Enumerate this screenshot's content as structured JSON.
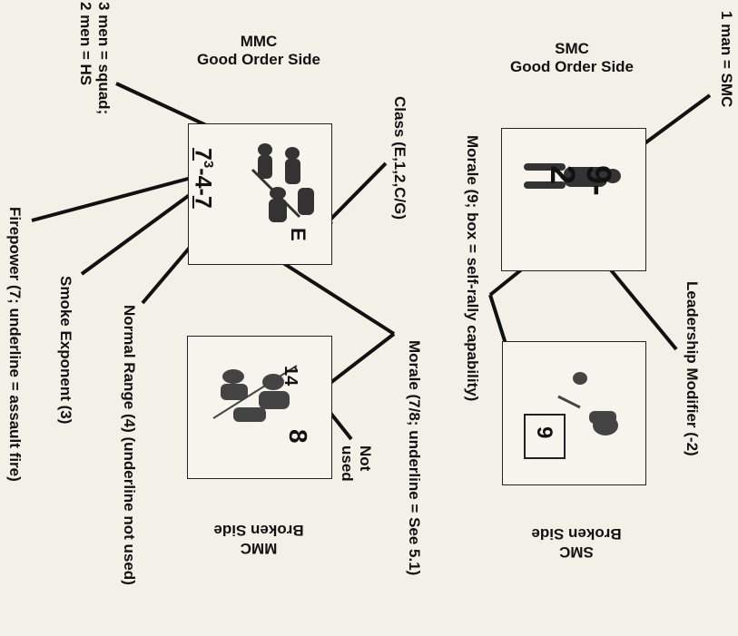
{
  "mmc": {
    "title_line1": "MMC",
    "title_line2": "Good Order Side",
    "broken_line1": "MMC",
    "broken_line2": "Broken Side",
    "counter_good": {
      "firepower": "7",
      "smoke_exponent": "3",
      "range": "4",
      "morale": "7",
      "class": "E"
    },
    "counter_broken": {
      "morale": "8",
      "unused": "14"
    }
  },
  "smc": {
    "title_line1": "SMC",
    "title_line2": "Good Order Side",
    "broken_line1": "SMC",
    "broken_line2": "Broken Side",
    "counter_good": {
      "value": "9-2"
    },
    "counter_broken": {
      "morale": "9"
    }
  },
  "annotations": {
    "men_line1": "3 men = squad;",
    "men_line2": "2 men = HS",
    "class": "Class (E,1,2,C/G)",
    "firepower": "Firepower (7; underline = assault fire)",
    "smoke": "Smoke Exponent (3)",
    "range": "Normal Range (4) (underline not used)",
    "mmc_morale": "Morale (7/8; underline = See 5.1)",
    "not_used_line1": "Not",
    "not_used_line2": "used",
    "smc_morale": "Morale (9; box = self-rally capability)",
    "one_man": "1 man = SMC",
    "leadership": "Leadership Modifier (-2)"
  }
}
